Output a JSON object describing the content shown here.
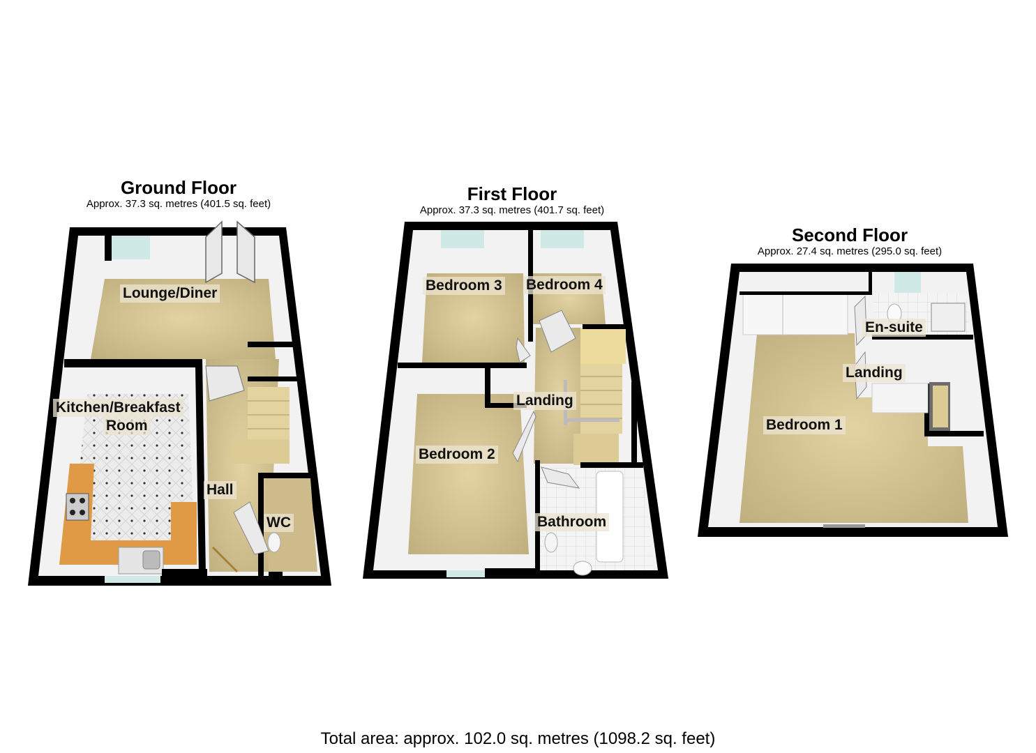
{
  "floors": [
    {
      "name": "Ground Floor",
      "area": "Approx. 37.3 sq. metres (401.5 sq. feet)",
      "rooms": [
        {
          "label": "Lounge/Diner"
        },
        {
          "label": "Kitchen/Breakfast"
        },
        {
          "label": "Room"
        },
        {
          "label": "Hall"
        },
        {
          "label": "WC"
        }
      ]
    },
    {
      "name": "First Floor",
      "area": "Approx. 37.3 sq. metres (401.7 sq. feet)",
      "rooms": [
        {
          "label": "Bedroom 3"
        },
        {
          "label": "Bedroom 4"
        },
        {
          "label": "Landing"
        },
        {
          "label": "Bedroom 2"
        },
        {
          "label": "Bathroom"
        }
      ]
    },
    {
      "name": "Second Floor",
      "area": "Approx. 27.4 sq. metres (295.0 sq. feet)",
      "rooms": [
        {
          "label": "En-suite"
        },
        {
          "label": "Landing"
        },
        {
          "label": "Bedroom 1"
        }
      ]
    }
  ],
  "total": "Total area: approx. 102.0 sq. metres (1098.2 sq. feet)",
  "colors": {
    "wall": "#000000",
    "carpet": "#cdbb8c",
    "inner_wall": "#f2f2f2",
    "tile": "#e6e6e6",
    "worktop": "#e09a45",
    "stairs": "#e3d39e",
    "window": "#cfe9e6"
  }
}
